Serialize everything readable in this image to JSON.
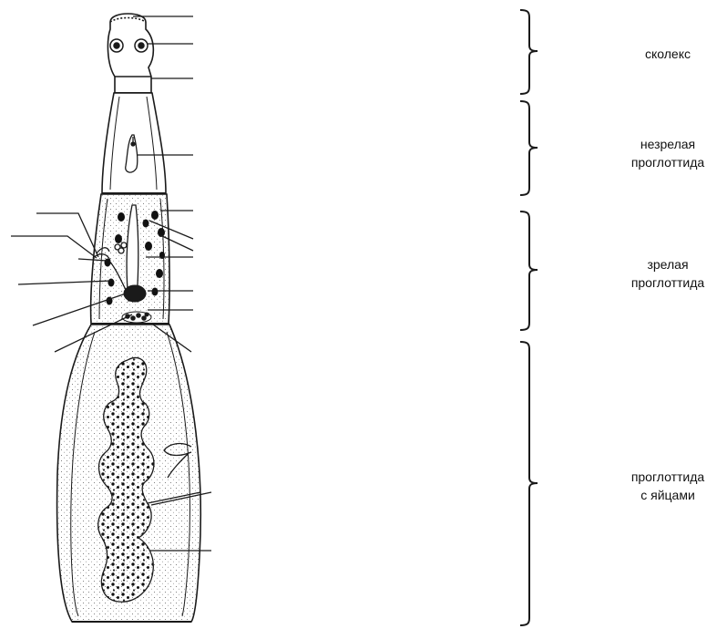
{
  "figure": {
    "line_color": "#1a1a1a",
    "background": "#ffffff"
  },
  "segments": [
    {
      "id": "scolex",
      "lines": [
        "сколекс"
      ]
    },
    {
      "id": "immature",
      "lines": [
        "незрелая",
        "проглоттида"
      ]
    },
    {
      "id": "mature",
      "lines": [
        "зрелая",
        "проглоттида"
      ]
    },
    {
      "id": "gravid",
      "lines": [
        "проглоттида",
        "с яйцами"
      ]
    }
  ]
}
